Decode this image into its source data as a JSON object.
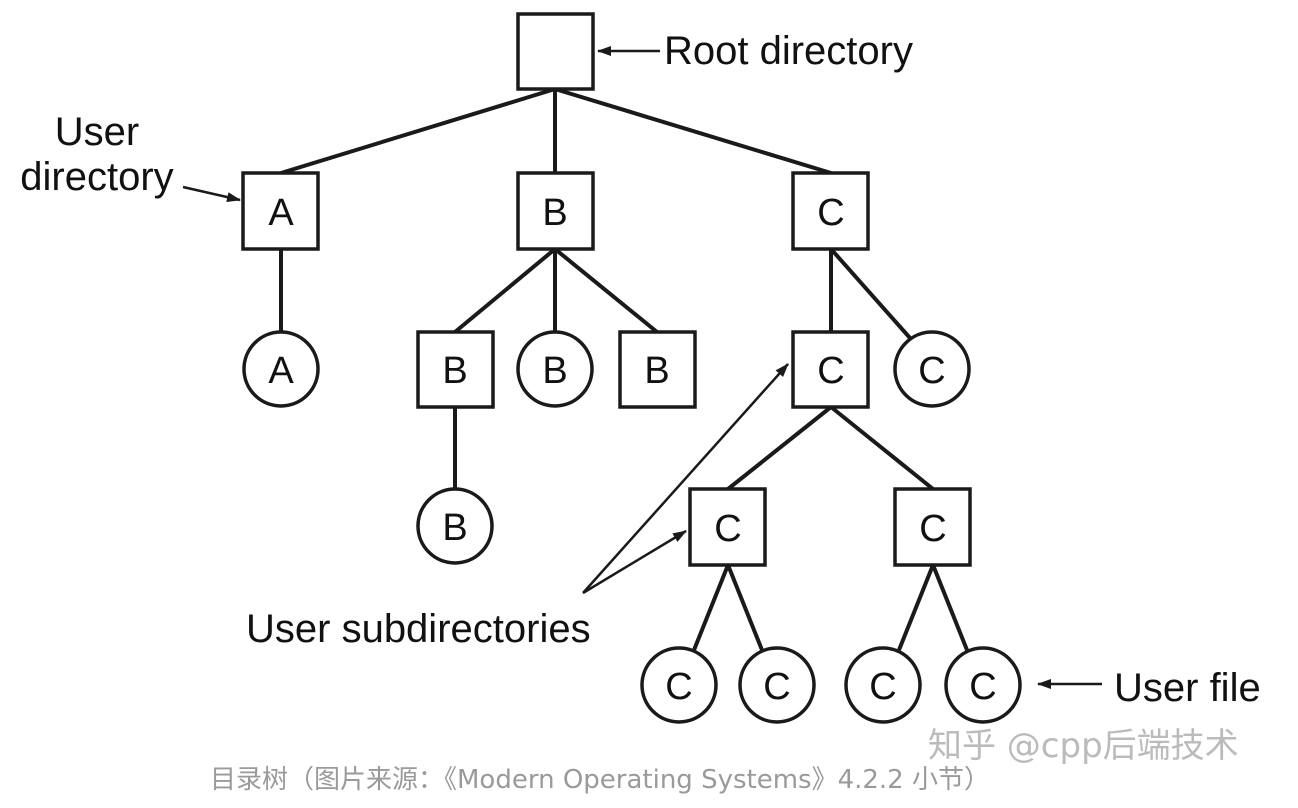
{
  "nodes": {
    "root": "",
    "a_dir": "A",
    "b_dir": "B",
    "c_dir": "C",
    "a_file": "A",
    "b_subdir": "B",
    "b_file1": "B",
    "b_subdir2": "B",
    "b_file2": "B",
    "c_subdir": "C",
    "c_file1": "C",
    "c_subdir_left": "C",
    "c_subdir_right": "C",
    "c_file_ll": "C",
    "c_file_lr": "C",
    "c_file_rl": "C",
    "c_file_rr": "C"
  },
  "annotations": {
    "root_directory": "Root directory",
    "user_directory_line1": "User",
    "user_directory_line2": "directory",
    "user_subdirectories": "User subdirectories",
    "user_file": "User file"
  },
  "caption": "目录树（图片来源：《Modern Operating Systems》4.2.2 小节）",
  "watermark": "知乎 @cpp后端技术"
}
